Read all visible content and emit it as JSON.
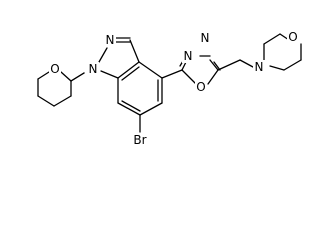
{
  "atoms": {
    "pyran_o": "O",
    "indazole_n1": "N",
    "indazole_n2": "N",
    "oxadiazole_n3": "N",
    "oxadiazole_n4": "N",
    "oxadiazole_o1": "O",
    "morpholine_n": "N",
    "morpholine_o": "O",
    "bromine": "Br"
  },
  "colors": {
    "bond": "#000000",
    "label": "#000000",
    "background": "#ffffff"
  }
}
